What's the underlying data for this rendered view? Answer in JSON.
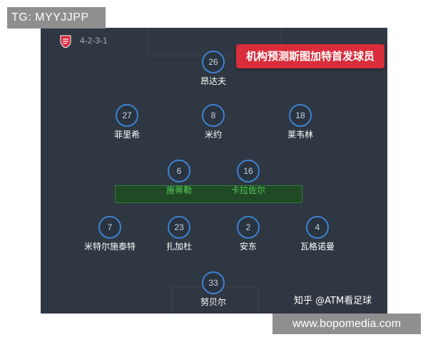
{
  "watermark_top": "TG: MYYJJPP",
  "watermark_bottom": "www.bopomedia.com",
  "formation": "4-2-3-1",
  "headline": "机构预测斯图加特首发球员",
  "credit": "知乎 @ATM看足球",
  "colors": {
    "pitch": "#2f3742",
    "banner": "#d92d3a",
    "number_ring": "#3d82cf",
    "highlight": "#1f4a25",
    "highlight_text": "#5ac95a"
  },
  "players": {
    "st": {
      "number": "26",
      "name": "昂达夫"
    },
    "lam": {
      "number": "27",
      "name": "菲里希"
    },
    "cam": {
      "number": "8",
      "name": "米约"
    },
    "ram": {
      "number": "18",
      "name": "莱韦林"
    },
    "dm_left": {
      "number": "6",
      "name": "施蒂勒"
    },
    "dm_right": {
      "number": "16",
      "name": "卡拉佐尔"
    },
    "lb": {
      "number": "7",
      "name": "米特尔施泰特"
    },
    "lcb": {
      "number": "23",
      "name": "扎加杜"
    },
    "rcb": {
      "number": "2",
      "name": "安东"
    },
    "rb": {
      "number": "4",
      "name": "瓦格诺曼"
    },
    "gk": {
      "number": "33",
      "name": "努贝尔"
    }
  }
}
